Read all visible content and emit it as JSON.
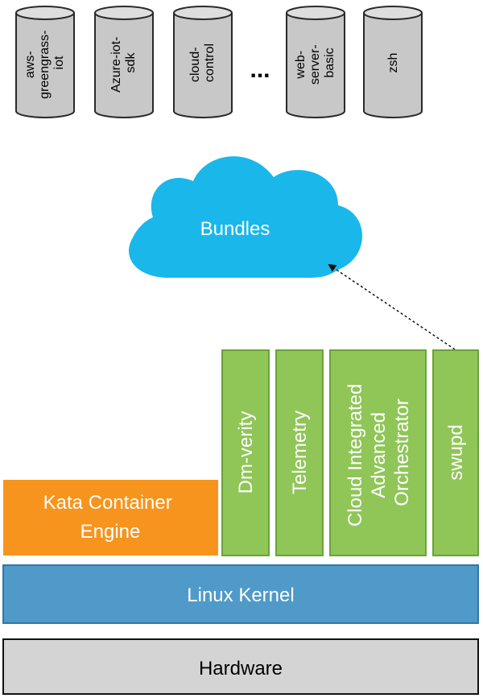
{
  "repositories": [
    {
      "name": "aws-greengrass-iot",
      "lines": [
        "aws-",
        "greengrass-",
        "iot"
      ]
    },
    {
      "name": "Azure-iot-sdk",
      "lines": [
        "Azure-iot-",
        "sdk"
      ]
    },
    {
      "name": "cloud-control",
      "lines": [
        "cloud-",
        "control"
      ]
    },
    {
      "name": "web-server-basic",
      "lines": [
        "web-",
        "server-",
        "basic"
      ]
    },
    {
      "name": "zsh",
      "lines": [
        "zsh"
      ]
    }
  ],
  "ellipsis": "...",
  "cloud": {
    "label": "Bundles"
  },
  "services": [
    {
      "name": "Dm-verity",
      "lines": [
        "Dm-verity"
      ]
    },
    {
      "name": "Telemetry",
      "lines": [
        "Telemetry"
      ]
    },
    {
      "name": "Cloud Integrated Advanced Orchestrator",
      "lines": [
        "Cloud Integrated",
        "Advanced",
        "Orchestrator"
      ]
    },
    {
      "name": "swupd",
      "lines": [
        "swupd"
      ]
    }
  ],
  "kata": {
    "lines": [
      "Kata Container",
      "Engine"
    ]
  },
  "kernel": {
    "label": "Linux Kernel"
  },
  "hardware": {
    "label": "Hardware"
  },
  "colors": {
    "cylinder_fill": "#c8c8c8",
    "cylinder_top": "#dedede",
    "cylinder_stroke": "#2a2a2a",
    "cloud_fill": "#1ab7ea",
    "service_fill": "#8fc657",
    "service_stroke": "#6aa338",
    "kata_fill": "#f7941d",
    "kernel_fill": "#4f9ac8",
    "kernel_stroke": "#2f78a6",
    "hardware_fill": "#d4d4d4",
    "hardware_stroke": "#111111"
  }
}
